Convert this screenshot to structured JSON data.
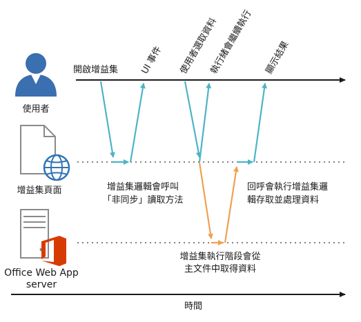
{
  "actors": {
    "user": "使用者",
    "page": "增益集頁面",
    "server": "Office Web App\nserver"
  },
  "events": {
    "open": "開啟增益集",
    "ui": "UI 事件",
    "select": "使用者選取資料",
    "continue": "執行緒會繼續執行",
    "result": "顯示結果"
  },
  "notes": {
    "async": "增益集邏輯會呼叫\n「非同步」讀取方法",
    "callback": "回呼會執行增益集邏\n輯存取並處理資料",
    "server_read": "增益集執行階段會從\n主文件中取得資料"
  },
  "axis": {
    "time": "時間"
  },
  "colors": {
    "blue_line": "#4db3c6",
    "orange_line": "#f0a050",
    "user_icon": "#3a6fb0",
    "globe": "#2f74b5",
    "office_red": "#d83b01",
    "gray": "#8a8a8a"
  }
}
